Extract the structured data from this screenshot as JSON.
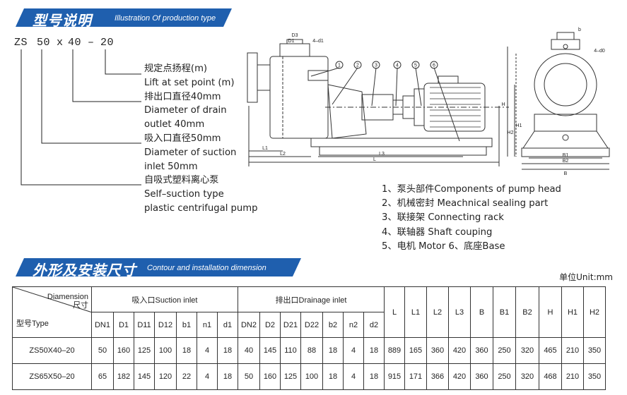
{
  "banner_model": {
    "cn": "型号说明",
    "en": "Illustration Of production type"
  },
  "banner_dims": {
    "cn": "外形及安装尺寸",
    "en": "Contour and installation dimension"
  },
  "model_code": {
    "a": "ZS",
    "b": "50",
    "x": "x",
    "c": "40",
    "dash": "–",
    "d": "20"
  },
  "description": [
    "规定点扬程(m)",
    "Lift at set point (m)",
    "排出口直径40mm",
    "Diameter of drain",
    "outlet 40mm",
    "吸入口直径50mm",
    "Diameter of suction",
    "inlet 50mm",
    "自吸式塑料离心泵",
    "Self–suction type",
    "plastic centrifugal pump"
  ],
  "legend": [
    "1、泵头部件Components of pump head",
    "2、机械密封 Meachnical sealing part",
    "3、联接架 Connecting rack",
    "4、联轴器 Shaft couping",
    "5、电机 Motor 6、底座Base"
  ],
  "drawing_labels": {
    "callouts": [
      "1",
      "2",
      "3",
      "4",
      "5",
      "6"
    ],
    "D3": "D3",
    "D1": "D1",
    "n_d1": "4–d1",
    "n_d0": "4–d0",
    "b": "b",
    "L1": "L1",
    "L2": "L2",
    "L3": "L3",
    "L": "L",
    "H": "H",
    "H2": "H2",
    "H1": "H1",
    "B1": "B1",
    "B2": "B2",
    "B": "B"
  },
  "unit": "单位Unit:mm",
  "table": {
    "corner_top_1": "Diamension",
    "corner_top_2": "尺寸",
    "corner_bottom": "型号Type",
    "suction_header": "吸入口Suction inlet",
    "drain_header": "排出口Drainage  inlet",
    "suction_cols": [
      "DN1",
      "D1",
      "D11",
      "D12",
      "b1",
      "n1",
      "d1"
    ],
    "drain_cols": [
      "DN2",
      "D2",
      "D21",
      "D22",
      "b2",
      "n2",
      "d2"
    ],
    "other_cols": [
      "L",
      "L1",
      "L2",
      "L3",
      "B",
      "B1",
      "B2",
      "H",
      "H1",
      "H2"
    ],
    "rows": [
      {
        "type": "ZS50X40–20",
        "values": [
          "50",
          "160",
          "125",
          "100",
          "18",
          "4",
          "18",
          "40",
          "145",
          "110",
          "88",
          "18",
          "4",
          "18",
          "889",
          "165",
          "360",
          "420",
          "360",
          "250",
          "320",
          "465",
          "210",
          "350"
        ]
      },
      {
        "type": "ZS65X50–20",
        "values": [
          "65",
          "182",
          "145",
          "120",
          "22",
          "4",
          "18",
          "50",
          "160",
          "125",
          "100",
          "18",
          "4",
          "18",
          "915",
          "171",
          "366",
          "420",
          "360",
          "250",
          "320",
          "468",
          "210",
          "350"
        ]
      }
    ]
  }
}
